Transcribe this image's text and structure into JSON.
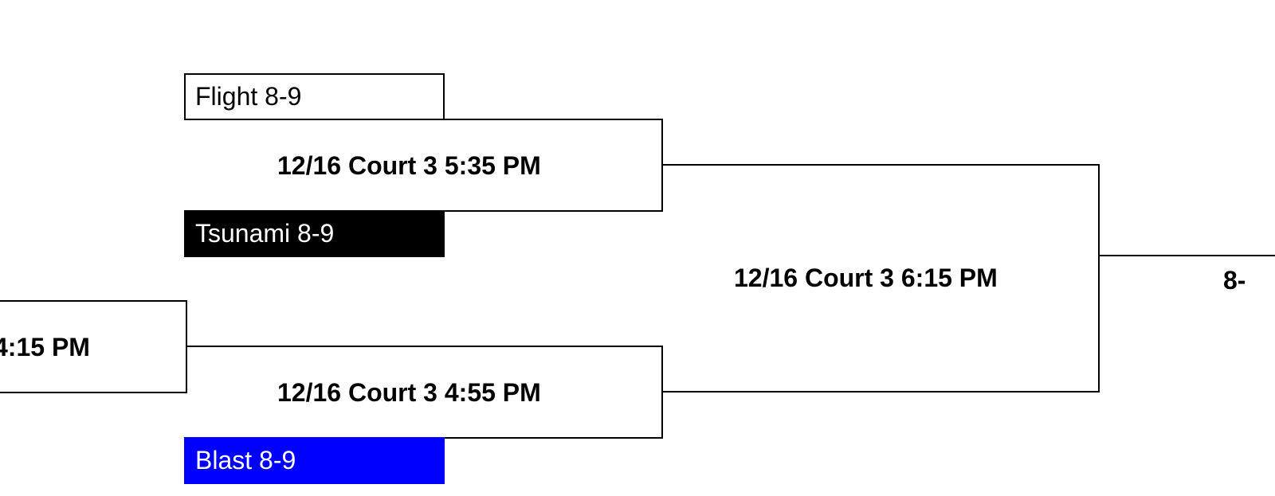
{
  "colors": {
    "line": "#000000",
    "team_dark_bg": "#000000",
    "team_dark_fg": "#ffffff",
    "team_blue_bg": "#0000ff",
    "team_blue_fg": "#ffffff"
  },
  "left_game": {
    "label_visible_fragment": "4:15 PM"
  },
  "round1": [
    {
      "game_label": "12/16 Court 3 5:35 PM",
      "top_team": "Flight 8-9",
      "bottom_team": "Tsunami 8-9"
    },
    {
      "game_label": "12/16 Court 3 4:55 PM",
      "bottom_team": "Blast 8-9"
    }
  ],
  "round2": {
    "game_label": "12/16 Court 3 6:15 PM"
  },
  "right_game": {
    "label_visible_fragment": "8-"
  }
}
